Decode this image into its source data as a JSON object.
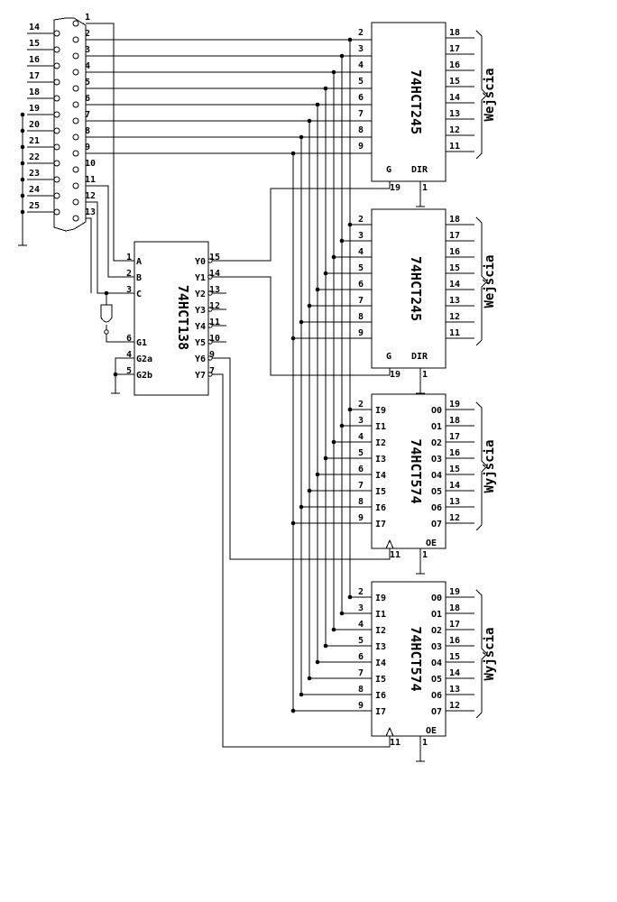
{
  "connector": {
    "top_pins": [
      "1",
      "2",
      "3",
      "4",
      "5",
      "6",
      "7",
      "8",
      "9",
      "10",
      "11",
      "12",
      "13"
    ],
    "bottom_pins": [
      "14",
      "15",
      "16",
      "17",
      "18",
      "19",
      "20",
      "21",
      "22",
      "23",
      "24",
      "25"
    ]
  },
  "decoder": {
    "name": "74HCT138",
    "left_pins": [
      {
        "num": "1",
        "label": "A"
      },
      {
        "num": "2",
        "label": "B"
      },
      {
        "num": "3",
        "label": "C"
      },
      {
        "num": "6",
        "label": "G1"
      },
      {
        "num": "4",
        "label": "G2a"
      },
      {
        "num": "5",
        "label": "G2b"
      }
    ],
    "right_pins": [
      {
        "num": "15",
        "label": "Y0"
      },
      {
        "num": "14",
        "label": "Y1"
      },
      {
        "num": "13",
        "label": "Y2"
      },
      {
        "num": "12",
        "label": "Y3"
      },
      {
        "num": "11",
        "label": "Y4"
      },
      {
        "num": "10",
        "label": "Y5"
      },
      {
        "num": "9",
        "label": "Y6"
      },
      {
        "num": "7",
        "label": "Y7"
      }
    ]
  },
  "buffer1": {
    "name": "74HCT245",
    "in_pins": [
      "2",
      "3",
      "4",
      "5",
      "6",
      "7",
      "8",
      "9"
    ],
    "out_pins": [
      "18",
      "17",
      "16",
      "15",
      "14",
      "13",
      "12",
      "11"
    ],
    "ctrl_labels": [
      "G",
      "DIR"
    ],
    "ctrl_pins": [
      "19",
      "1"
    ],
    "group_label": "Wejścia"
  },
  "buffer2": {
    "name": "74HCT245",
    "in_pins": [
      "2",
      "3",
      "4",
      "5",
      "6",
      "7",
      "8",
      "9"
    ],
    "out_pins": [
      "18",
      "17",
      "16",
      "15",
      "14",
      "13",
      "12",
      "11"
    ],
    "ctrl_labels": [
      "G",
      "DIR"
    ],
    "ctrl_pins": [
      "19",
      "1"
    ],
    "group_label": "Wejścia"
  },
  "latch1": {
    "name": "74HCT574",
    "in_pins": [
      "2",
      "3",
      "4",
      "5",
      "6",
      "7",
      "8",
      "9"
    ],
    "in_labels": [
      "I9",
      "I1",
      "I2",
      "I3",
      "I4",
      "I5",
      "I6",
      "I7"
    ],
    "out_labels": [
      "O0",
      "O1",
      "O2",
      "O3",
      "O4",
      "O5",
      "O6",
      "O7"
    ],
    "out_pins": [
      "19",
      "18",
      "17",
      "16",
      "15",
      "14",
      "13",
      "12"
    ],
    "ctrl_labels": [
      "OE"
    ],
    "ctrl_pins": [
      "11",
      "1"
    ],
    "group_label": "Wyjścia"
  },
  "latch2": {
    "name": "74HCT574",
    "in_pins": [
      "2",
      "3",
      "4",
      "5",
      "6",
      "7",
      "8",
      "9"
    ],
    "in_labels": [
      "I9",
      "I1",
      "I2",
      "I3",
      "I4",
      "I5",
      "I6",
      "I7"
    ],
    "out_labels": [
      "O0",
      "O1",
      "O2",
      "O3",
      "O4",
      "O5",
      "O6",
      "O7"
    ],
    "out_pins": [
      "19",
      "18",
      "17",
      "16",
      "15",
      "14",
      "13",
      "12"
    ],
    "ctrl_labels": [
      "OE"
    ],
    "ctrl_pins": [
      "11",
      "1"
    ],
    "group_label": "Wyjścia"
  },
  "colors": {
    "ink": "#000000",
    "paper": "#ffffff"
  }
}
